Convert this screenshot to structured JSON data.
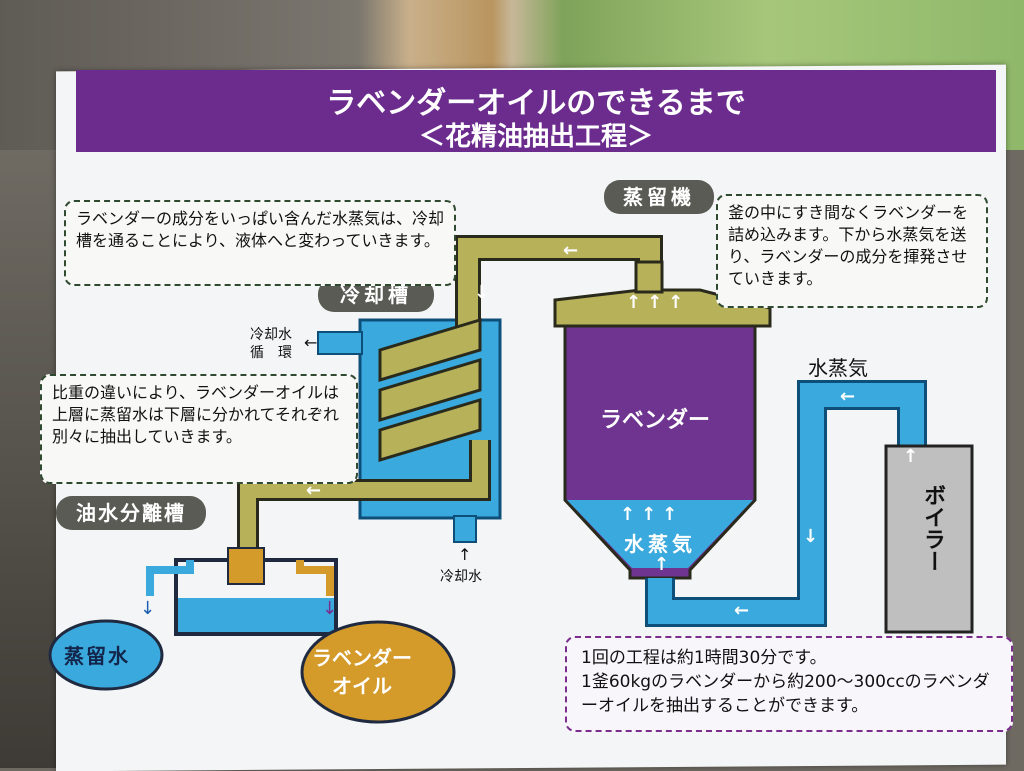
{
  "header": {
    "title": "ラベンダーオイルのできるまで",
    "subtitle": "＜花精油抽出工程＞"
  },
  "labels": {
    "distiller": "蒸留機",
    "condenser": "冷却槽",
    "separator": "油水分離槽",
    "lavender": "ラベンダー",
    "steam_in_pot": "水蒸気",
    "steam": "水蒸気",
    "boiler": "ボイラー",
    "cooling_water_circ": "冷却水\n循　環",
    "cooling_water": "冷却水",
    "distilled_water": "蒸留水",
    "lavender_oil": "ラベンダー\nオイル"
  },
  "notes": {
    "condenser_note": "ラベンダーの成分をいっぱい含んだ水蒸気は、冷却槽を通ることにより、液体へと変わっていきます。",
    "distiller_note": "釜の中にすき間なくラベンダーを詰め込みます。下から水蒸気を送り、ラベンダーの成分を揮発させていきます。",
    "separator_note": "比重の違いにより、ラベンダーオイルは上層に蒸留水は下層に分かれてそれぞれ別々に抽出していきます。",
    "process_note": "1回の工程は約1時間30分です。\n1釜60kgのラベンダーから約200～300ccのラベンダーオイルを抽出することができます。"
  },
  "colors": {
    "header": "#6b2c8e",
    "pipe_steam": "#b7b25a",
    "water": "#3aa9dd",
    "pot": "#6e3490",
    "boiler": "#bfbfc0",
    "oil": "#d49a2a"
  }
}
